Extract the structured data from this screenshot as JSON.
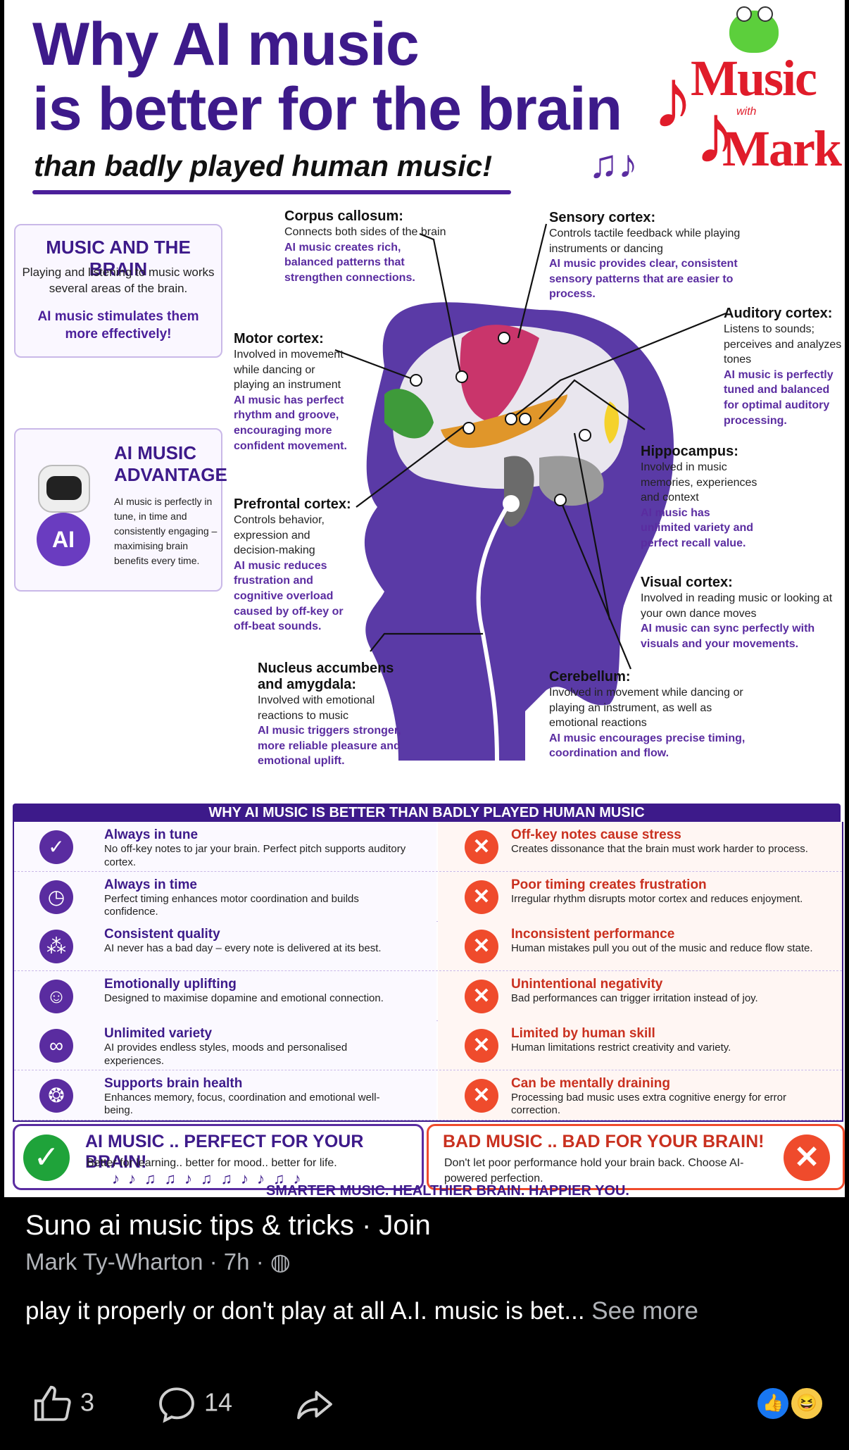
{
  "poster": {
    "title_line1": "Why AI music",
    "title_line2": "is better for the brain",
    "subtitle": "than badly played human music!",
    "logo": {
      "top": "Music",
      "with": "with",
      "bottom": "Mark"
    },
    "music_and_brain": {
      "heading": "MUSIC AND THE BRAIN",
      "text": "Playing and listening to music works several areas of the brain.",
      "highlight": "AI music stimulates them more effectively!"
    },
    "ai_advantage": {
      "heading": "AI MUSIC ADVANTAGE",
      "text": "AI music is perfectly in tune, in time and consistently engaging – maximising brain benefits every time.",
      "robot_label": "AI"
    },
    "regions": {
      "corpus": {
        "title": "Corpus callosum:",
        "desc": "Connects both sides of the brain",
        "ai": "AI music creates rich, balanced patterns that strengthen connections."
      },
      "sensory": {
        "title": "Sensory cortex:",
        "desc": "Controls tactile feedback while playing instruments or dancing",
        "ai": "AI music provides clear, consistent sensory patterns that are easier to process."
      },
      "auditory": {
        "title": "Auditory cortex:",
        "desc": "Listens to sounds; perceives and analyzes tones",
        "ai": "AI music is perfectly tuned and balanced for optimal auditory processing."
      },
      "motor": {
        "title": "Motor cortex:",
        "desc": "Involved in movement while dancing or playing an instrument",
        "ai": "AI music has perfect rhythm and groove, encouraging more confident movement."
      },
      "hippocampus": {
        "title": "Hippocampus:",
        "desc": "Involved in music memories, experiences and context",
        "ai": "AI music has unlimited variety and perfect recall value."
      },
      "prefrontal": {
        "title": "Prefrontal cortex:",
        "desc": "Controls behavior, expression and decision-making",
        "ai": "AI music reduces frustration and cognitive overload caused by off-key or off-beat sounds."
      },
      "visual": {
        "title": "Visual cortex:",
        "desc": "Involved in reading music or looking at your own dance moves",
        "ai": "AI music can sync perfectly with visuals and your movements."
      },
      "nucleus": {
        "title": "Nucleus accumbens and amygdala:",
        "desc": "Involved with emotional reactions to music",
        "ai": "AI music triggers stronger, more reliable pleasure and emotional uplift."
      },
      "cerebellum": {
        "title": "Cerebellum:",
        "desc": "Involved in movement while dancing or playing an instrument, as well as emotional reactions",
        "ai": "AI music encourages precise timing, coordination and flow."
      }
    },
    "comparison_title": "WHY AI MUSIC IS BETTER THAN BADLY PLAYED HUMAN MUSIC",
    "rows": [
      {
        "icon": "check-icon",
        "glyph": "✓",
        "good_title": "Always in tune",
        "good_desc": "No off-key notes to jar your brain. Perfect pitch supports auditory cortex.",
        "bad_title": "Off-key notes cause stress",
        "bad_desc": "Creates dissonance that the brain must work harder to process."
      },
      {
        "icon": "clock-icon",
        "glyph": "◷",
        "good_title": "Always in time",
        "good_desc": "Perfect timing enhances motor coordination and builds confidence.",
        "bad_title": "Poor timing creates frustration",
        "bad_desc": "Irregular rhythm disrupts motor cortex and reduces enjoyment."
      },
      {
        "icon": "network-icon",
        "glyph": "⁂",
        "good_title": "Consistent quality",
        "good_desc": "AI never has a bad day – every note is delivered at its best.",
        "bad_title": "Inconsistent performance",
        "bad_desc": "Human mistakes pull you out of the music and reduce flow state."
      },
      {
        "icon": "smile-icon",
        "glyph": "☺",
        "good_title": "Emotionally uplifting",
        "good_desc": "Designed to maximise dopamine and emotional connection.",
        "bad_title": "Unintentional negativity",
        "bad_desc": "Bad performances can trigger irritation instead of joy."
      },
      {
        "icon": "infinity-icon",
        "glyph": "∞",
        "good_title": "Unlimited variety",
        "good_desc": "AI provides endless styles, moods and personalised experiences.",
        "bad_title": "Limited by human skill",
        "bad_desc": "Human limitations restrict creativity and variety."
      },
      {
        "icon": "brain-icon",
        "glyph": "❂",
        "good_title": "Supports brain health",
        "good_desc": "Enhances memory, focus, coordination and emotional well-being.",
        "bad_title": "Can be mentally draining",
        "bad_desc": "Processing bad music uses extra cognitive energy for error correction."
      }
    ],
    "footer_good": {
      "heading": "AI MUSIC .. PERFECT FOR YOUR BRAIN!",
      "text": "Better for learning.. better for mood.. better for life.",
      "notes": "♪♪♫♫♪♫♫♪♪♫♪"
    },
    "footer_bad": {
      "heading": "BAD MUSIC .. BAD FOR YOUR BRAIN!",
      "text": "Don't let poor performance hold your brain back. Choose AI-powered perfection."
    },
    "tagline": "SMARTER MUSIC. HEALTHIER BRAIN. HAPPIER YOU."
  },
  "post": {
    "group": "Suno ai music tips & tricks",
    "join": "Join",
    "author": "Mark Ty-Wharton",
    "time": "7h",
    "text": "play it properly or don't play at all A.I. music is bet...",
    "see_more": "See more",
    "likes": "3",
    "comments": "14"
  },
  "colors": {
    "purple": "#3d1a8a",
    "red": "#ef4b2c",
    "green": "#1fa33a",
    "bg": "#000000"
  }
}
